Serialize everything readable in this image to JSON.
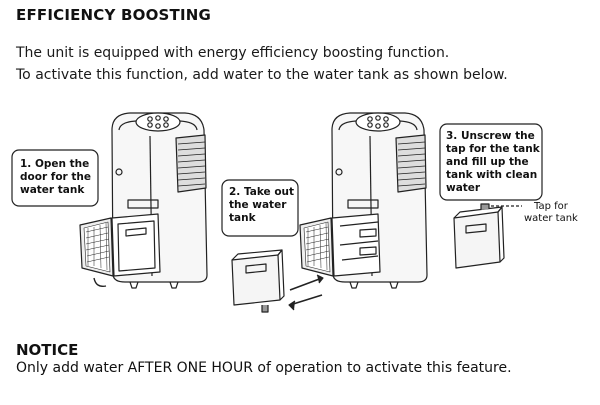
{
  "heading": "EFFICIENCY BOOSTING",
  "intro": {
    "line1": "The unit is equipped with energy efficiency boosting function.",
    "line2": "To activate this function, add water to the water tank as shown below."
  },
  "steps": [
    {
      "lines": [
        "1. Open the",
        "door for the",
        "water tank"
      ]
    },
    {
      "lines": [
        "2. Take out",
        "the water",
        "tank"
      ]
    },
    {
      "lines": [
        "3. Unscrew the",
        "tap for the tank",
        "and fill up the",
        "tank with clean",
        "water"
      ]
    }
  ],
  "tap_label": {
    "lines": [
      "Tap for",
      "water tank"
    ]
  },
  "notice": {
    "heading": "NOTICE",
    "text": "Only add water AFTER ONE HOUR of operation to activate this feature."
  }
}
